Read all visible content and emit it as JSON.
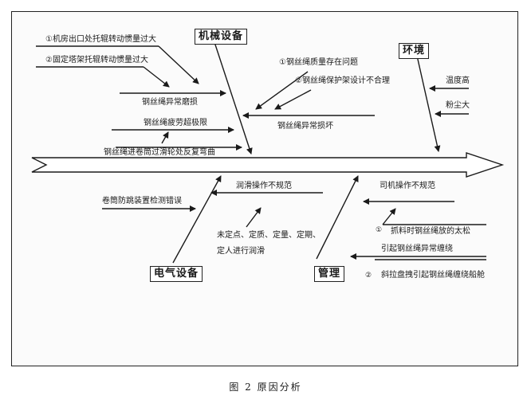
{
  "categories": {
    "mechanical": "机械设备",
    "environment": "环境",
    "electrical": "电气设备",
    "management": "管理"
  },
  "mechanical_causes": {
    "c1": "①机房出口处托辊转动惯量过大",
    "c2": "②固定塔架托辊转动惯量过大",
    "c3": "钢丝绳异常磨损",
    "c4": "钢丝绳疲劳超极限",
    "c5": "钢丝绳进卷筒过滑轮处反复弯曲",
    "c6": "①钢丝绳质量存在问题",
    "c7": "②钢丝绳保护架设计不合理",
    "c8": "钢丝绳异常损坏"
  },
  "environment_causes": {
    "c1": "温度高",
    "c2": "粉尘大"
  },
  "electrical_causes": {
    "c1": "卷筒防跳装置检测错误",
    "c2": "润滑操作不规范",
    "c3": "未定点、定质、定量、定期、",
    "c4": "定人进行润滑"
  },
  "management_causes": {
    "c1": "司机操作不规范",
    "n1": "①",
    "c2": "抓料时钢丝绳放的太松",
    "c3": "引起钢丝绳异常缠绕",
    "n2": "②",
    "c4": "斜拉盘拽引起钢丝绳缠绕船舱"
  },
  "caption": "图 2  原因分析"
}
